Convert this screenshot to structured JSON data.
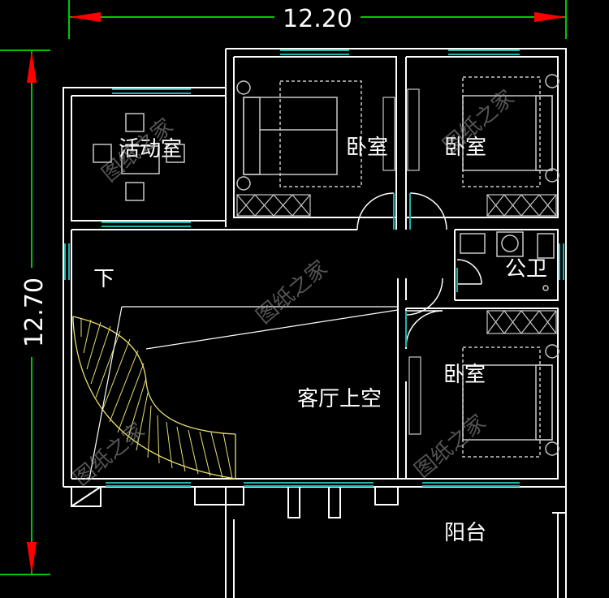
{
  "dimensions": {
    "width": "12.20",
    "height": "12.70"
  },
  "rooms": {
    "activity_room": "活动室",
    "bedroom_a": "卧室",
    "bedroom_b": "卧室",
    "bedroom_c": "卧室",
    "public_bath": "公卫",
    "living_void": "客厅上空",
    "down_label": "下",
    "balcony": "阳台"
  },
  "watermark": "图纸之家",
  "colors": {
    "background": "#000000",
    "wall": "#ffffff",
    "dimension_line": "#00c800",
    "arrow": "#ff0000",
    "window": "#20b2aa",
    "stair": "#e8e070",
    "furniture": "#c8c8c8"
  }
}
